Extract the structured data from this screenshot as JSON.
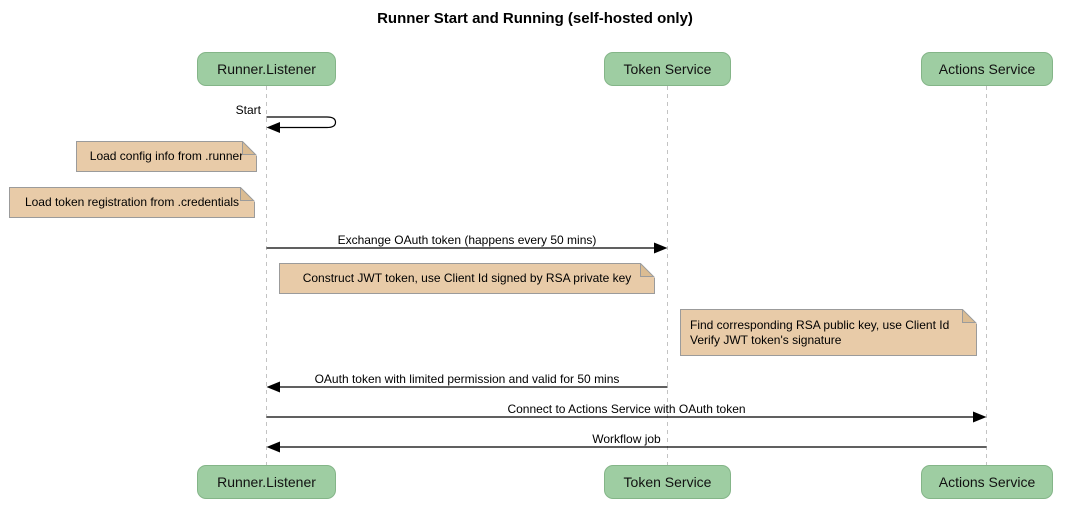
{
  "title": "Runner Start and Running (self-hosted only)",
  "participants": [
    {
      "name": "Runner.Listener"
    },
    {
      "name": "Token Service"
    },
    {
      "name": "Actions Service"
    }
  ],
  "messages": [
    {
      "label": "Start",
      "from": "Runner.Listener",
      "to": "Runner.Listener",
      "kind": "self"
    },
    {
      "label": "Exchange OAuth token (happens every 50 mins)",
      "from": "Runner.Listener",
      "to": "Token Service",
      "kind": "arrow"
    },
    {
      "label": "OAuth token with limited permission and valid for 50 mins",
      "from": "Token Service",
      "to": "Runner.Listener",
      "kind": "arrow"
    },
    {
      "label": "Connect to Actions Service with OAuth token",
      "from": "Runner.Listener",
      "to": "Actions Service",
      "kind": "arrow"
    },
    {
      "label": "Workflow job",
      "from": "Actions Service",
      "to": "Runner.Listener",
      "kind": "arrow"
    }
  ],
  "notes": [
    {
      "lines": [
        "Load config info from .runner"
      ],
      "position": "left of Runner.Listener"
    },
    {
      "lines": [
        "Load token registration from .credentials"
      ],
      "position": "left of Runner.Listener"
    },
    {
      "lines": [
        "Construct JWT token, use Client Id signed by RSA private key"
      ],
      "position": "right of Runner.Listener"
    },
    {
      "lines": [
        "Find corresponding RSA public key, use Client Id",
        "Verify JWT token's signature"
      ],
      "position": "right of Token Service"
    }
  ],
  "colors": {
    "actor_fill": "#9ECDA2",
    "actor_border": "#84B588",
    "note_fill": "#E8CBA8",
    "note_border": "#9B9B9B",
    "note_fold": "#DBBC92",
    "lifeline": "#C3C3C3",
    "message_line": "#000000"
  }
}
